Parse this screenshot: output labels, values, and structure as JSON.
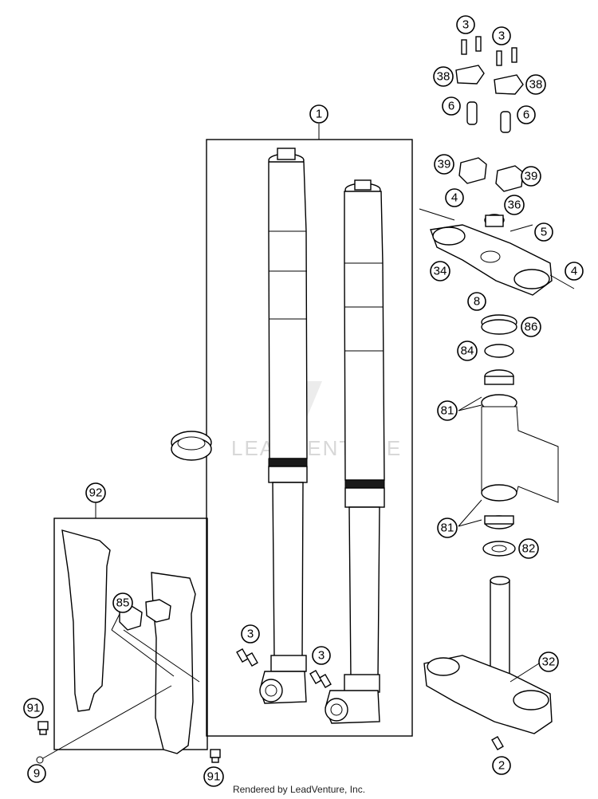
{
  "watermark": {
    "text": "LEADVENTURE"
  },
  "footer": {
    "credit": "Rendered by LeadVenture, Inc."
  },
  "callouts": {
    "c1": "1",
    "c2": "2",
    "c3a": "3",
    "c3b": "3",
    "c3c": "3",
    "c3d": "3",
    "c4a": "4",
    "c4b": "4",
    "c5": "5",
    "c6a": "6",
    "c6b": "6",
    "c8": "8",
    "c9": "9",
    "c32": "32",
    "c34": "34",
    "c36": "36",
    "c38a": "38",
    "c38b": "38",
    "c39a": "39",
    "c39b": "39",
    "c81a": "81",
    "c81b": "81",
    "c82": "82",
    "c84": "84",
    "c85": "85",
    "c86": "86",
    "c91a": "91",
    "c91b": "91",
    "c92": "92"
  }
}
